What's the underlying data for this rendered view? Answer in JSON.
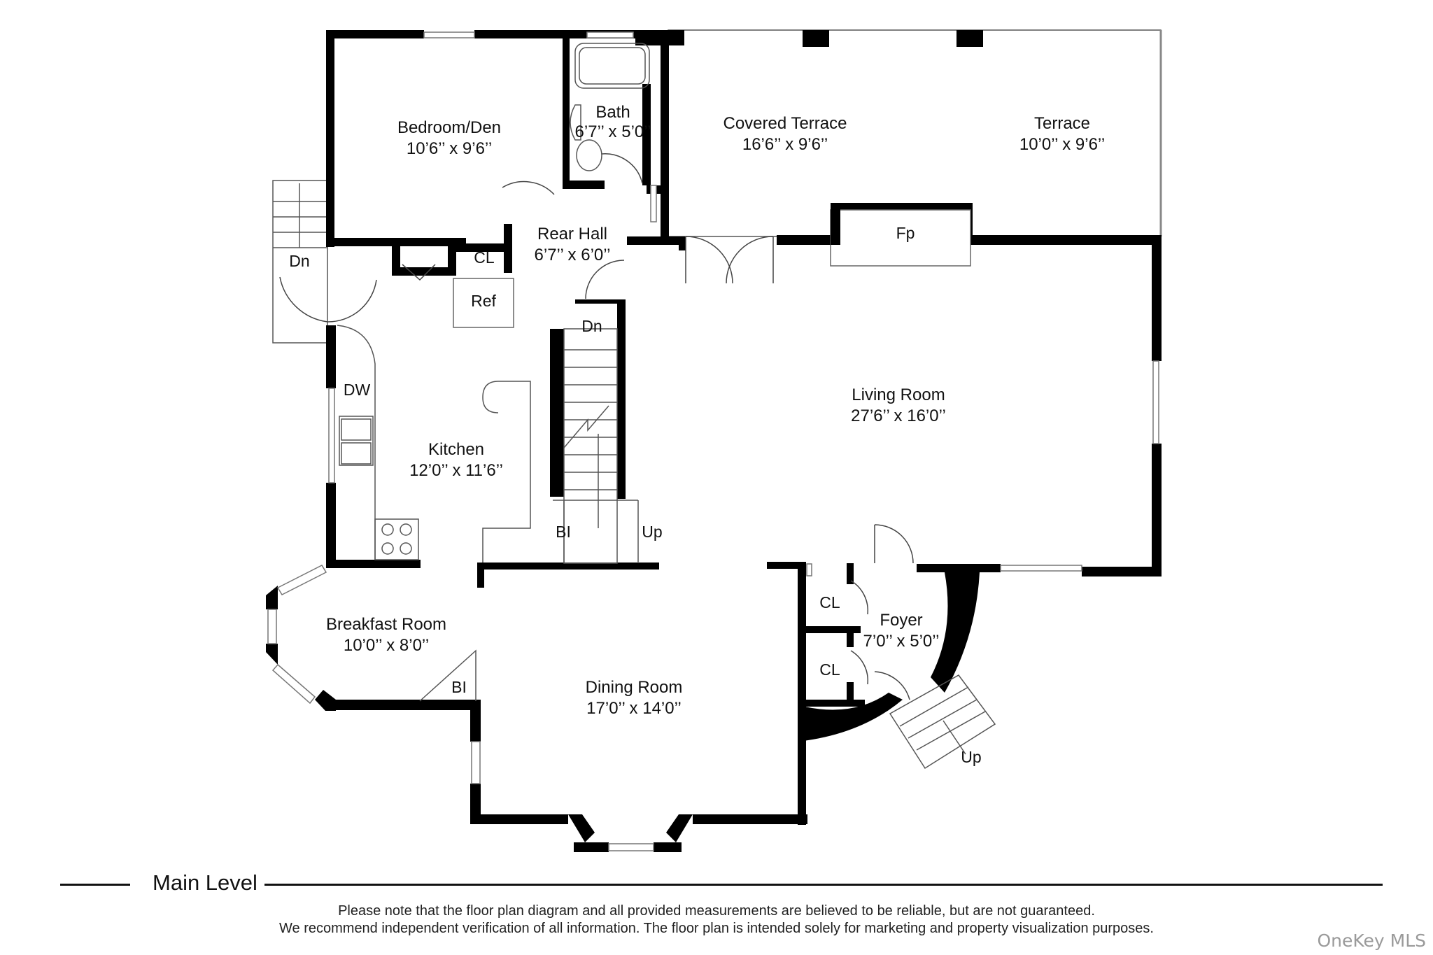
{
  "rooms": {
    "bedroom": {
      "name": "Bedroom/Den",
      "dims": "10’6’’ x 9’6’’"
    },
    "bath": {
      "name": "Bath",
      "dims": "6’7’’ x 5’0’’"
    },
    "covered_terrace": {
      "name": "Covered Terrace",
      "dims": "16’6’’ x 9’6’’"
    },
    "terrace": {
      "name": "Terrace",
      "dims": "10’0’’ x 9’6’’"
    },
    "rear_hall": {
      "name": "Rear Hall",
      "dims": "6’7’’ x 6’0’’"
    },
    "living_room": {
      "name": "Living Room",
      "dims": "27’6’’ x 16’0’’"
    },
    "kitchen": {
      "name": "Kitchen",
      "dims": "12’0’’ x 11’6’’"
    },
    "breakfast_room": {
      "name": "Breakfast Room",
      "dims": "10’0’’ x 8’0’’"
    },
    "dining_room": {
      "name": "Dining Room",
      "dims": "17’0’’ x 14’0’’"
    },
    "foyer": {
      "name": "Foyer",
      "dims": "7’0’’ x 5’0’’"
    }
  },
  "features": {
    "fireplace": "Fp",
    "refrigerator": "Ref",
    "dishwasher": "DW",
    "closet_1": "CL",
    "closet_2": "CL",
    "closet_3": "CL",
    "built_in_1": "BI",
    "built_in_2": "BI",
    "stair_down_ext": "Dn",
    "stair_down_int": "Dn",
    "stair_up_int": "Up",
    "stair_up_entry": "Up"
  },
  "level_title": "Main Level",
  "disclaimer": {
    "line1": "Please note that the floor plan diagram and all provided measurements are believed to be reliable, but are not guaranteed.",
    "line2": "We recommend independent verification of all information. The floor plan is intended solely for marketing and property visualization purposes."
  },
  "watermark": "OneKey MLS",
  "colors": {
    "wall": "#000000",
    "background": "#ffffff",
    "watermark": "#9a9a9a"
  }
}
